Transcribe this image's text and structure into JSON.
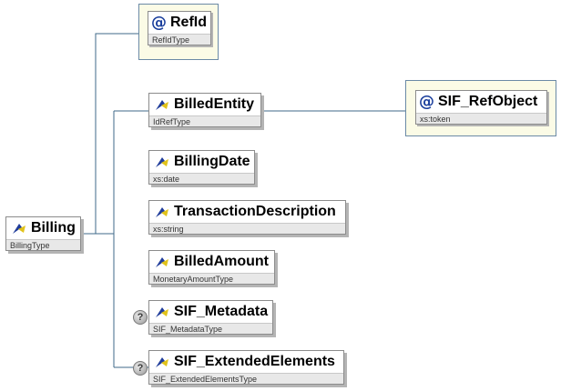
{
  "root": {
    "name": "Billing",
    "type": "BillingType"
  },
  "attribute": {
    "name": "RefId",
    "type": "RefIdType"
  },
  "elements": [
    {
      "name": "BilledEntity",
      "type": "IdRefType"
    },
    {
      "name": "BillingDate",
      "type": "xs:date"
    },
    {
      "name": "TransactionDescription",
      "type": "xs:string"
    },
    {
      "name": "BilledAmount",
      "type": "MonetaryAmountType"
    },
    {
      "name": "SIF_Metadata",
      "type": "SIF_MetadataType",
      "optional_marker": "?"
    },
    {
      "name": "SIF_ExtendedElements",
      "type": "SIF_ExtendedElementsType",
      "optional_marker": "?"
    }
  ],
  "ref_attribute": {
    "name": "SIF_RefObject",
    "type": "xs:token"
  },
  "icons": {
    "attribute": "@",
    "element": "element-icon"
  },
  "colors": {
    "connector": "#3f6a8a",
    "attribute_frame": "#6b8aa6",
    "attribute_bg": "#fbfbe6"
  }
}
